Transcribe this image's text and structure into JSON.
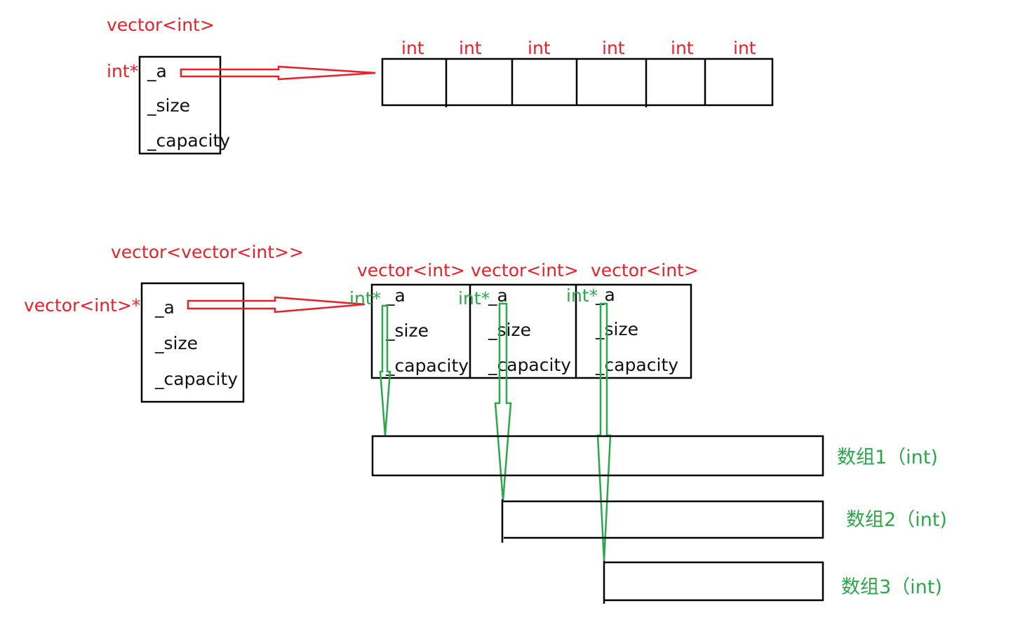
{
  "top": {
    "type_label": "vector<int>",
    "pointer_label": "int*",
    "fields": [
      "_a",
      "_size",
      "_capacity"
    ],
    "cell_labels": [
      "int",
      "int",
      "int",
      "int",
      "int",
      "int"
    ]
  },
  "bottom": {
    "type_label": "vector<vector<int>>",
    "pointer_label": "vector<int>*",
    "fields": [
      "_a",
      "_size",
      "_capacity"
    ],
    "inner": [
      {
        "type_label": "vector<int>",
        "pointer_label": "int*",
        "fields": [
          "_a",
          "_size",
          "_capacity"
        ]
      },
      {
        "type_label": "vector<int>",
        "pointer_label": "int*",
        "fields": [
          "_a",
          "_size",
          "_capacity"
        ]
      },
      {
        "type_label": "vector<int>",
        "pointer_label": "int*",
        "fields": [
          "_a",
          "_size",
          "_capacity"
        ]
      }
    ],
    "arrays": [
      "数组1（int)",
      "数组2（int)",
      "数组3（int)"
    ]
  },
  "colors": {
    "label": "#e8202a",
    "pointer": "#2aa84a",
    "box": "#000000"
  }
}
